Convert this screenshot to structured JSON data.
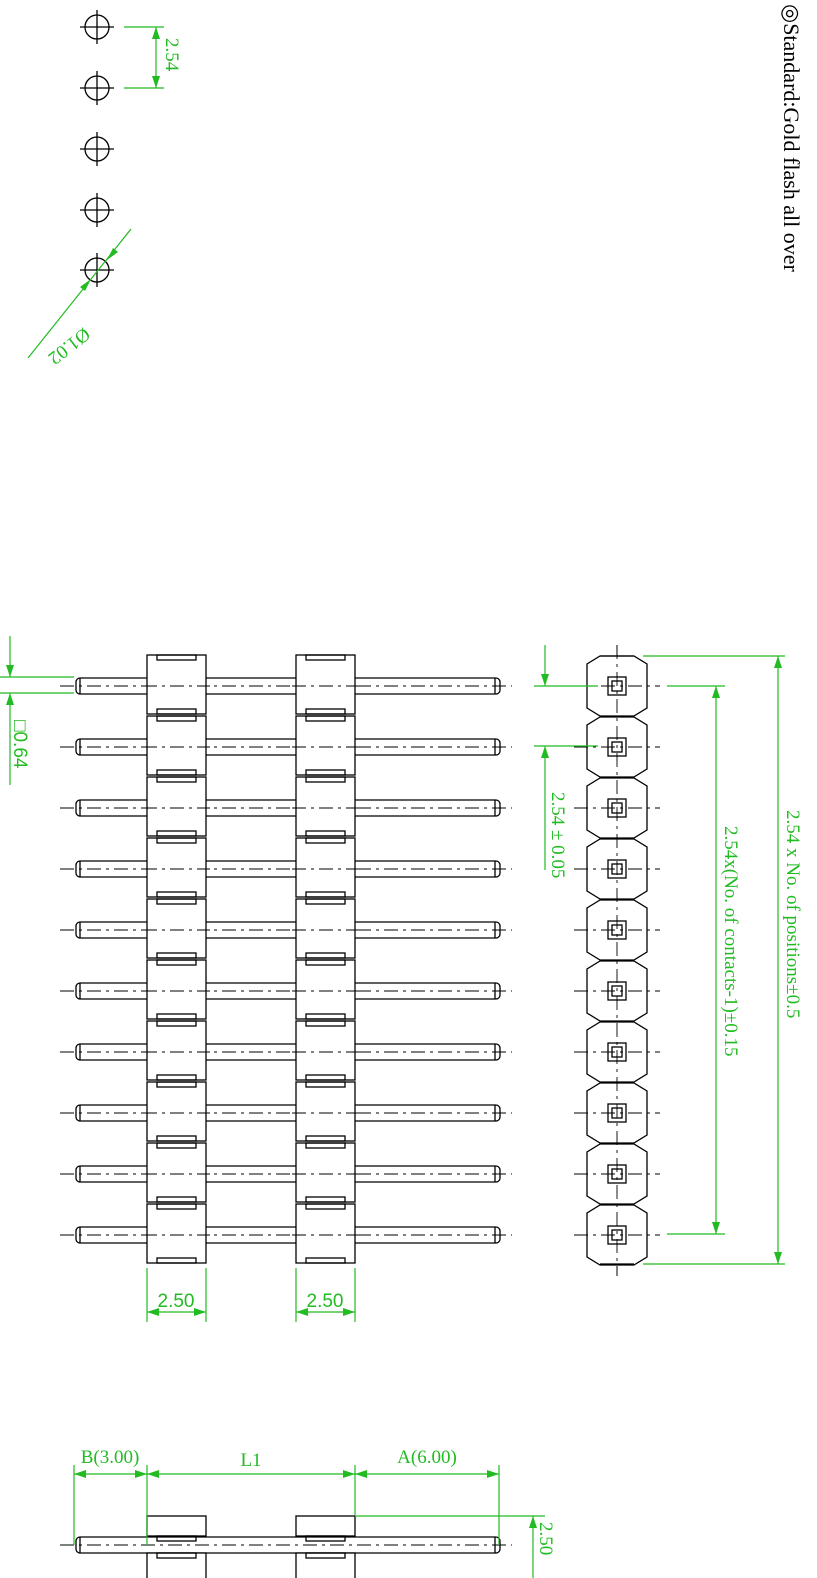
{
  "note": "◎Standard:Gold flash all over",
  "pcb_view": {
    "pitch_label": "2.54",
    "hole_label": "Ø1.02"
  },
  "front_view": {
    "pin_square_label": "□0.64",
    "body_width_left": "2.50",
    "body_width_right": "2.50"
  },
  "top_view": {
    "pitch_tol_label": "2.54 ± 0.05",
    "contacts_span_label": "2.54x(No. of contacts-1)±0.15",
    "overall_length_label": "2.54 x No. of positions±0.5"
  },
  "side_view": {
    "b_label": "B(3.00)",
    "l1_label": "L1",
    "a_label": "A(6.00)",
    "height_label": "2.50"
  },
  "colors": {
    "dimension": "#22bb22",
    "outline": "#000000"
  }
}
